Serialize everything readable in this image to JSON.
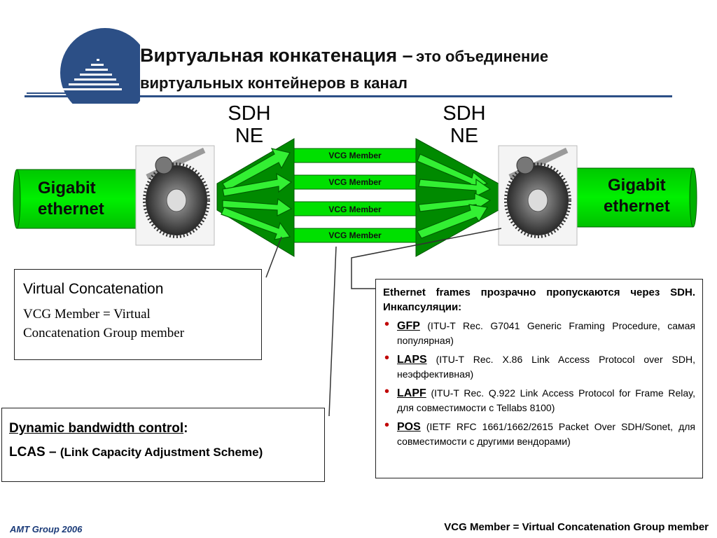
{
  "header": {
    "title_main": "Виртуальная конкатенация –",
    "title_rest": "это объединение",
    "title_line2": "виртуальных контейнеров в канал"
  },
  "diagram": {
    "sdh_left": {
      "line1": "SDH",
      "line2": "NE"
    },
    "sdh_right": {
      "line1": "SDH",
      "line2": "NE"
    },
    "gigabit_left": {
      "line1": "Gigabit",
      "line2": "ethernet"
    },
    "gigabit_right": {
      "line1": "Gigabit",
      "line2": "ethernet"
    },
    "vcg_members": [
      "VCG Member",
      "VCG Member",
      "VCG Member",
      "VCG Member"
    ],
    "colors": {
      "green": "#00e000",
      "dark_green": "#007a00",
      "gray": "#8a8a8a"
    }
  },
  "virtual_concatenation": {
    "title": "Virtual Concatenation",
    "desc_line1": "VCG Member = Virtual",
    "desc_line2": "Concatenation Group member"
  },
  "dynamic_bandwidth": {
    "title_u": "Dynamic bandwidth control",
    "title_colon": ":",
    "lcas": "LCAS –",
    "lcas_desc": "(Link Capacity Adjustment Scheme)"
  },
  "ethernet_box": {
    "intro": "Ethernet frames прозрачно пропускаются через SDH. Инкапсуляции:",
    "items": [
      {
        "name": "GFP",
        "text": "(ITU-T Rec. G7041 Generic Framing Procedure, самая популярная)"
      },
      {
        "name": "LAPS",
        "text": "(ITU-T Rec. X.86 Link Access Protocol over SDH, неэффективная)"
      },
      {
        "name": "LAPF",
        "text": "(ITU-T Rec. Q.922 Link Access Protocol for Frame Relay, для совместимости с Tellabs 8100)"
      },
      {
        "name": "POS",
        "text": "(IETF RFC 1661/1662/2615 Packet Over SDH/Sonet, для совместимости с другими вендорами)"
      }
    ]
  },
  "footer": {
    "left": "AMT Group 2006",
    "right": "VCG Member = Virtual Concatenation Group member"
  }
}
